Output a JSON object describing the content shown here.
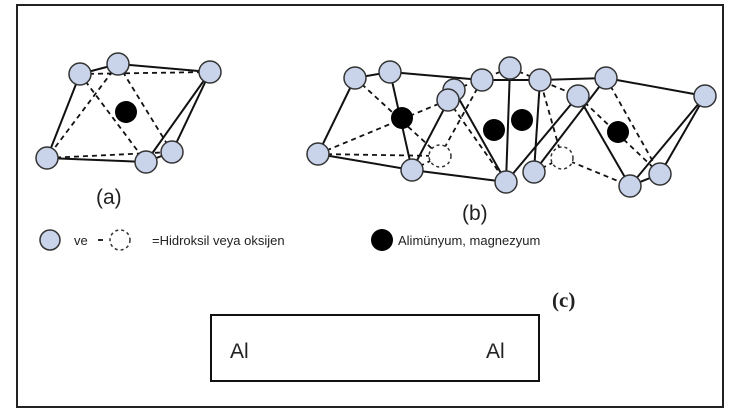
{
  "figure": {
    "panel_a_label": "(a)",
    "panel_b_label": "(b)",
    "panel_c_label": "(c)"
  },
  "legend": {
    "ve_text": "ve",
    "hydroxyl_text": "=Hidroksil veya oksijen",
    "aluminum_text": "Alimünyum, magnezyum"
  },
  "panel_c": {
    "left_label": "Al",
    "right_label": "Al"
  },
  "colors": {
    "atom_fill": "#c9d3ea",
    "atom_stroke": "#333333",
    "cation_fill": "#000000",
    "line": "#111111",
    "background": "#ffffff"
  }
}
